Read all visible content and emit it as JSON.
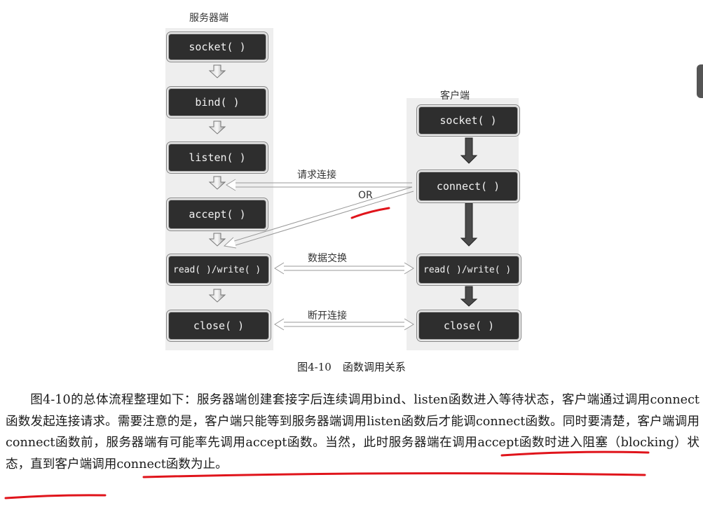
{
  "diagram": {
    "server_title": "服务器端",
    "client_title": "客户端",
    "server_steps": [
      "socket( )",
      "bind( )",
      "listen( )",
      "accept( )",
      "read( )/write( )",
      "close( )"
    ],
    "client_steps": [
      "socket( )",
      "connect( )",
      "read( )/write( )",
      "close( )"
    ],
    "edge_request": "请求连接",
    "edge_or": "OR",
    "edge_exchange": "数据交换",
    "edge_disconnect": "断开连接"
  },
  "caption": {
    "figure_number": "图4-10",
    "figure_title": "函数调用关系"
  },
  "paragraph": "图4-10的总体流程整理如下：服务器端创建套接字后连续调用bind、listen函数进入等待状态，客户端通过调用connect函数发起连接请求。需要注意的是，客户端只能等到服务器端调用listen函数后才能调connect函数。同时要清楚，客户端调用connect函数前，服务器端有可能率先调用accept函数。当然，此时服务器端在调用accept函数时进入阻塞（blocking）状态，直到客户端调用connect函数为止。",
  "colors": {
    "box_fill": "#2e2e2e",
    "box_text": "#f2f2f2",
    "annotation_red": "#e0141b"
  }
}
